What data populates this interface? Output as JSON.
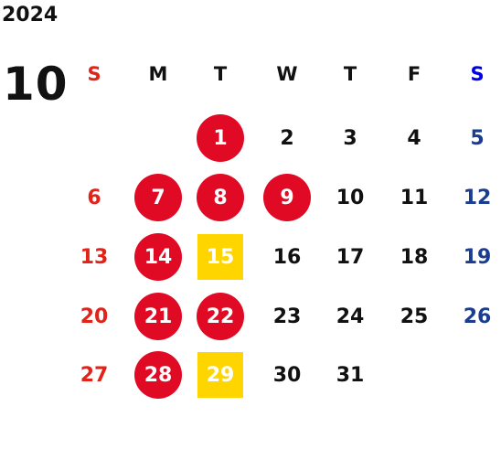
{
  "year": "2024",
  "month": "10",
  "weekdays": [
    "S",
    "M",
    "T",
    "W",
    "T",
    "F",
    "S"
  ],
  "weeks": [
    [
      "",
      "",
      "1",
      "2",
      "3",
      "4",
      "5"
    ],
    [
      "6",
      "7",
      "8",
      "9",
      "10",
      "11",
      "12"
    ],
    [
      "13",
      "14",
      "15",
      "16",
      "17",
      "18",
      "19"
    ],
    [
      "20",
      "21",
      "22",
      "23",
      "24",
      "25",
      "26"
    ],
    [
      "27",
      "28",
      "29",
      "30",
      "31",
      "",
      ""
    ]
  ],
  "red_circle_days": [
    "1",
    "7",
    "8",
    "9",
    "14",
    "21",
    "22",
    "28"
  ],
  "yellow_square_days": [
    "15",
    "29"
  ],
  "colors": {
    "sunday": "#e2231a",
    "saturday_header": "#0000e6",
    "saturday": "#1a3d8f",
    "circle": "#e10a24",
    "square": "#ffd500",
    "text": "#111111"
  }
}
